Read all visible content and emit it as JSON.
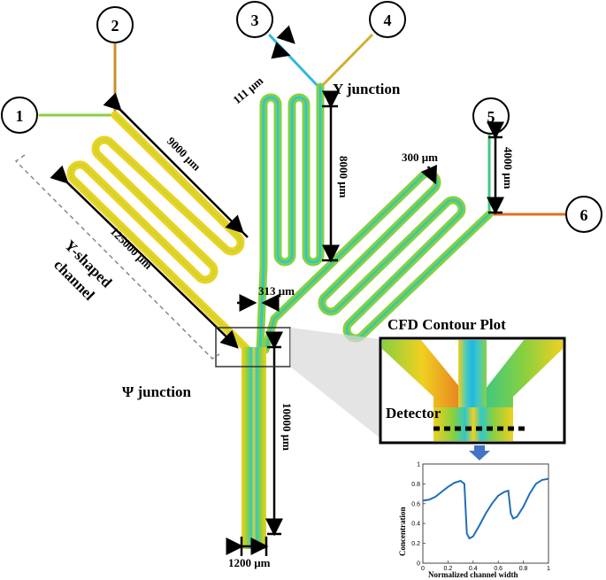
{
  "ports": [
    "1",
    "2",
    "3",
    "4",
    "5",
    "6"
  ],
  "labels": {
    "y_junction": "Y junction",
    "psi_junction": "Ψ junction",
    "y_shaped_channel_line1": "Y-shaped",
    "y_shaped_channel_line2": "channel",
    "cfd_title": "CFD Contour Plot",
    "detector": "Detector"
  },
  "dimensions": {
    "d_9000": "9000 μm",
    "d_125000": "125000 μm",
    "d_111": "111 μm",
    "d_8000": "8000 μm",
    "d_300": "300 μm",
    "d_4000": "4000 μm",
    "d_313": "313 μm",
    "d_10000": "10000 μm",
    "d_1200": "1200 μm"
  },
  "colors": {
    "outer": "#f0d020",
    "mid": "#88d040",
    "center": "#30c8c8",
    "cfd_left": "#e8a020",
    "cfd_right": "#40c870",
    "plot_line": "#1f6fb8"
  },
  "chart_data": {
    "type": "line",
    "xlabel": "Normalized channel width",
    "ylabel": "Concentration",
    "xlim": [
      0,
      1
    ],
    "ylim": [
      0,
      1
    ],
    "xticks": [
      "0",
      "0.2",
      "0.4",
      "0.6",
      "0.8",
      "1"
    ],
    "yticks": [
      "0",
      "0.2",
      "0.4",
      "0.6",
      "0.8",
      "1"
    ],
    "x": [
      0,
      0.05,
      0.1,
      0.15,
      0.2,
      0.25,
      0.3,
      0.33,
      0.35,
      0.37,
      0.4,
      0.45,
      0.5,
      0.55,
      0.6,
      0.65,
      0.68,
      0.7,
      0.72,
      0.75,
      0.8,
      0.85,
      0.9,
      0.95,
      1.0
    ],
    "y": [
      0.63,
      0.64,
      0.67,
      0.72,
      0.77,
      0.81,
      0.83,
      0.8,
      0.3,
      0.25,
      0.27,
      0.38,
      0.5,
      0.6,
      0.68,
      0.72,
      0.73,
      0.5,
      0.45,
      0.47,
      0.57,
      0.7,
      0.8,
      0.84,
      0.85
    ]
  }
}
